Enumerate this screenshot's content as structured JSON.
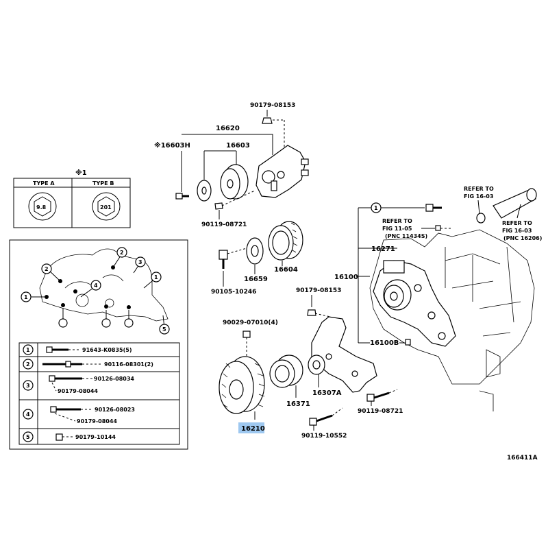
{
  "figure_id": "166411A",
  "note_mark": "※1",
  "types": {
    "a": {
      "label": "TYPE A",
      "value": "9.8"
    },
    "b": {
      "label": "TYPE B",
      "value": "201"
    }
  },
  "callouts": {
    "c16620": "16620",
    "c16603": "16603",
    "c16603h": "※16603H",
    "c90179_08153_top": "90179-08153",
    "c90119_08721_left": "90119-08721",
    "c16659": "16659",
    "c16604": "16604",
    "c90105_10246": "90105-10246",
    "c90179_08153_mid": "90179-08153",
    "c90029_07010": "90029-07010(4)",
    "c16210": "16210",
    "c16371": "16371",
    "c16307a": "16307A",
    "c90119_10552": "90119-10552",
    "c90119_08721_right": "90119-08721",
    "c16100": "16100",
    "c16100b": "16100B",
    "c16271": "16271",
    "circle1": "1"
  },
  "refer_notes": {
    "r1": {
      "l1": "REFER TO",
      "l2": "FIG 16-03"
    },
    "r2": {
      "l1": "REFER TO",
      "l2": "FIG 11-05",
      "l3": "(PNC 11434S)"
    },
    "r3": {
      "l1": "REFER TO",
      "l2": "FIG 16-03",
      "l3": "(PNC 16206)"
    }
  },
  "inset_markers": [
    "1",
    "2",
    "2",
    "3",
    "4",
    "5",
    "1"
  ],
  "bolt_table": [
    {
      "key": "1",
      "parts": [
        "91643-K0835(5)"
      ]
    },
    {
      "key": "2",
      "parts": [
        "90116-08301(2)"
      ]
    },
    {
      "key": "3",
      "parts": [
        "90126-08034",
        "90179-08044"
      ]
    },
    {
      "key": "4",
      "parts": [
        "90126-08023",
        "90179-08044"
      ]
    },
    {
      "key": "5",
      "parts": [
        "90179-10144"
      ]
    }
  ],
  "colors": {
    "highlight": "#9ec8f0",
    "line": "#000000",
    "background": "#ffffff"
  }
}
